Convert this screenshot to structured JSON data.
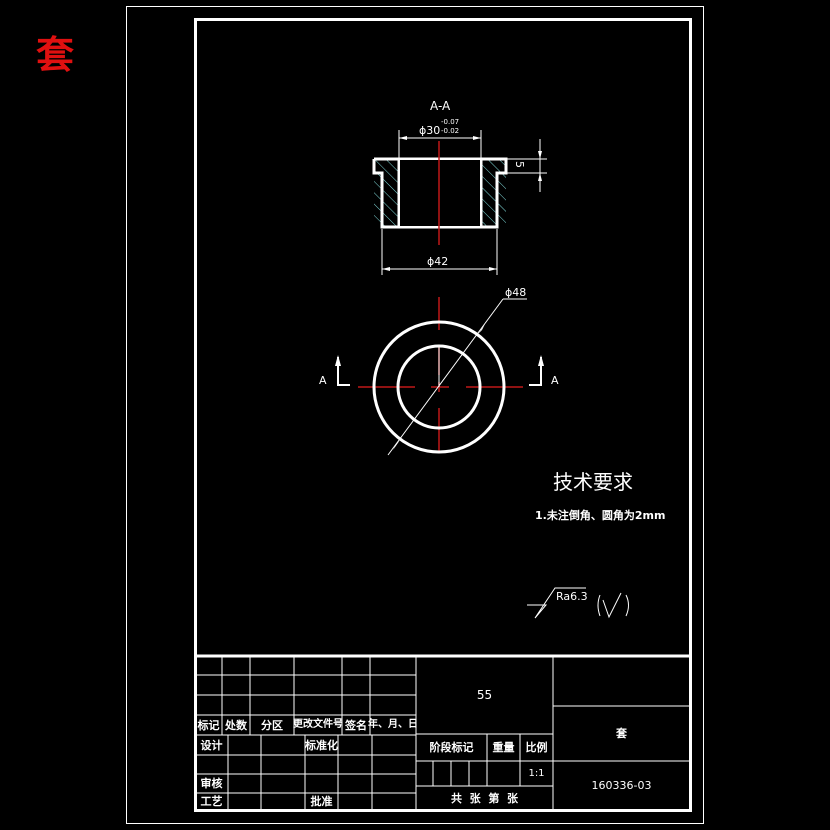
{
  "drawing": {
    "part_name_mark": "套",
    "section_label": "A-A",
    "dimensions": {
      "inner_bore": "ϕ30",
      "inner_bore_upper_tol": "-0.07",
      "inner_bore_lower_tol": "-0.02",
      "flange_thickness": "5",
      "outer_body": "ϕ42",
      "flange_diameter": "ϕ48"
    },
    "section_markers": {
      "left": "A",
      "right": "A"
    },
    "technical_requirements": {
      "heading": "技术要求",
      "items": [
        "1.未注倒角、圆角为2mm"
      ]
    },
    "surface_roughness": {
      "value": "Ra6.3",
      "other_symbol": "(√)"
    }
  },
  "title_block": {
    "revision_headers": [
      "标记",
      "处数",
      "分区",
      "更改文件号",
      "签名",
      "年、月、日"
    ],
    "rows": {
      "design": "设计",
      "standardization": "标准化",
      "review": "审核",
      "process": "工艺",
      "approve": "批准"
    },
    "material_cell": "55",
    "stage_mark_label": "阶段标记",
    "weight_label": "重量",
    "scale_label": "比例",
    "scale_value": "1:1",
    "sheet_info": "共  张  第  张",
    "part_name": "套",
    "drawing_number": "160336-03"
  },
  "colors": {
    "background": "#000000",
    "line": "#ffffff",
    "centerline": "#c01818",
    "hatch": "#7fd8d8",
    "name_mark": "#e01010"
  }
}
